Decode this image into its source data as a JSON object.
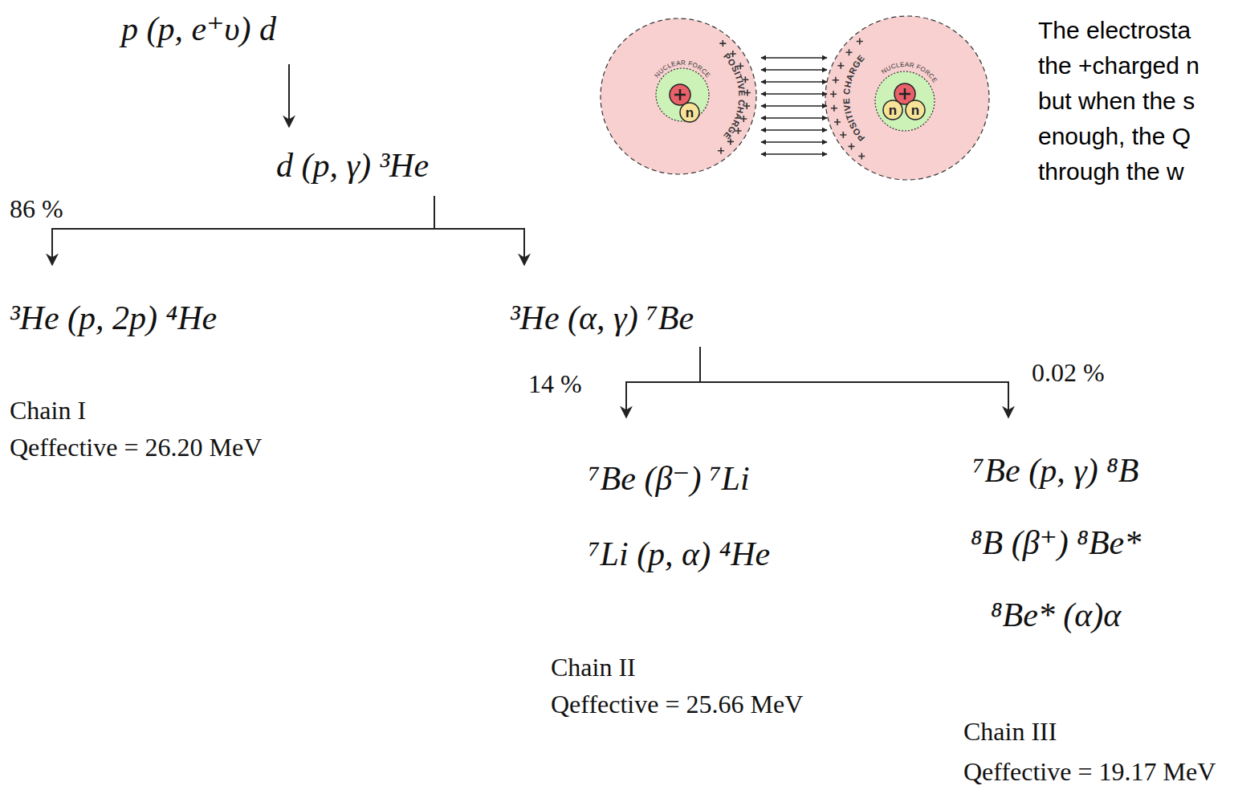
{
  "diagram": {
    "nodes": [
      {
        "text": [
          "p (p, e⁺υ) d"
        ]
      },
      {
        "text": [
          "d (p, γ) ³He"
        ]
      },
      {
        "text": [
          "³He (p, 2p) ⁴He"
        ]
      },
      {
        "text": [
          "³He (α, γ) ⁷Be"
        ]
      },
      {
        "text": [
          "⁷Be (β⁻) ⁷Li",
          "⁷Li (p, α) ⁴He"
        ]
      },
      {
        "text": [
          "⁷Be (p, γ) ⁸B",
          "⁸B (β⁺) ⁸Be*",
          "⁸Be* (α)α"
        ]
      }
    ],
    "edges": [
      {
        "from": 0,
        "to": 1,
        "arrow": "to"
      },
      {
        "from": 1,
        "to": 2,
        "label": "86 %",
        "arrow": "to"
      },
      {
        "from": 1,
        "to": 3,
        "arrow": "to"
      },
      {
        "from": 3,
        "to": 4,
        "label": "14 %",
        "arrow": "to"
      },
      {
        "from": 3,
        "to": 5,
        "label": "0.02 %",
        "arrow": "to"
      }
    ],
    "labels": [
      "Chain I",
      "Qeffective = 26.20 MeV",
      "Chain II",
      "Qeffective = 25.66 MeV",
      "Chain III",
      "Qeffective = 19.17 MeV",
      "NUCLEAR FORCE",
      "POSITIVE CHARGE",
      "n",
      "POSITIVE CHARGE",
      "NUCLEAR FORCE",
      "n",
      "n",
      "The electrosta",
      "the +charged n",
      "but when the s",
      "enough, the Q",
      "through the w"
    ]
  }
}
